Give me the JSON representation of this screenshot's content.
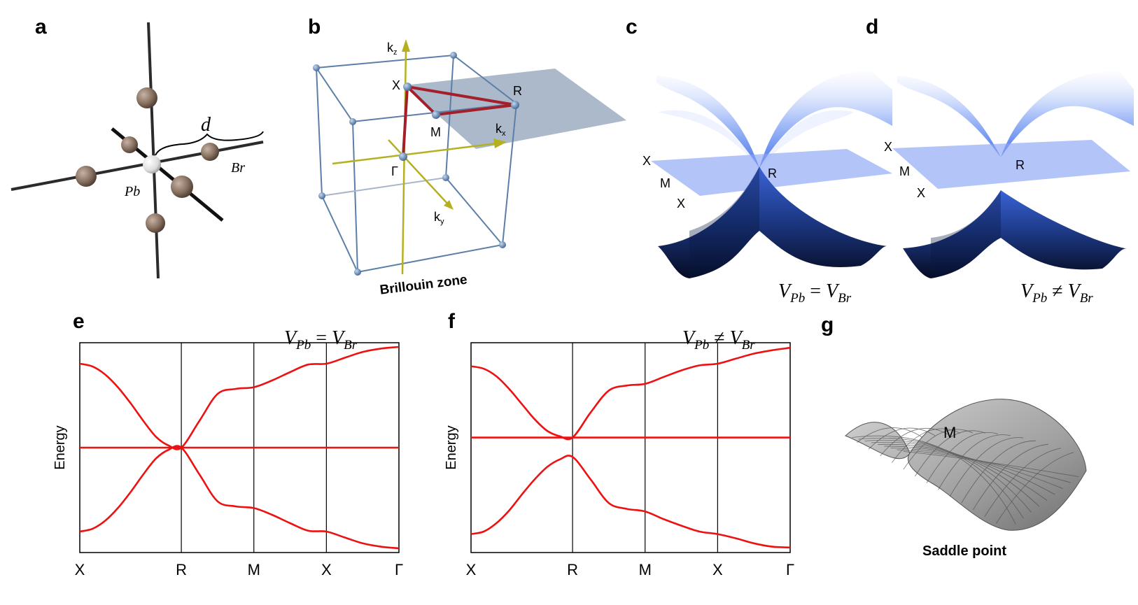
{
  "panels": {
    "a": {
      "label": "a",
      "d_label": "d",
      "pb_label": "Pb",
      "br_label": "Br"
    },
    "b": {
      "label": "b",
      "kz_label": "kz",
      "kx_label": "kx",
      "ky_label": "ky",
      "X_label": "X",
      "R_label": "R",
      "M_label": "M",
      "Gamma_label": "Γ",
      "caption": "Brillouin zone"
    },
    "c": {
      "label": "c",
      "X1": "X",
      "M": "M",
      "X2": "X",
      "R": "R",
      "condition": "V_Pb = V_Br"
    },
    "d": {
      "label": "d",
      "X1": "X",
      "M": "M",
      "X2": "X",
      "R": "R",
      "condition": "V_Pb ≠ V_Br"
    },
    "e": {
      "label": "e",
      "condition": "V_Pb = V_Br"
    },
    "f": {
      "label": "f",
      "condition": "V_Pb ≠ V_Br"
    },
    "g": {
      "label": "g",
      "M_label": "M",
      "caption": "Saddle point"
    }
  },
  "chart_data": [
    {
      "panel": "e",
      "type": "line",
      "ylabel": "Energy",
      "xlabel": "",
      "x_ticks": [
        "X",
        "R",
        "M",
        "X",
        "Γ"
      ],
      "x_tick_positions": [
        0,
        1.4,
        2.4,
        3.4,
        4.4
      ],
      "ylim": [
        -1.25,
        1.25
      ],
      "grid": false,
      "series": [
        {
          "x": [
            0,
            0.175,
            0.35,
            0.525,
            0.7,
            0.875,
            1.05,
            1.225,
            1.4,
            1.65,
            1.9,
            2.15,
            2.4,
            2.65,
            2.9,
            3.15,
            3.4,
            3.65,
            3.9,
            4.15,
            4.4
          ],
          "y": [
            1.0,
            0.967,
            0.871,
            0.72,
            0.53,
            0.32,
            0.13,
            0.025,
            0.0,
            0.32,
            0.64,
            0.7,
            0.72,
            0.8,
            0.9,
            0.99,
            1.0,
            1.07,
            1.14,
            1.18,
            1.2
          ]
        },
        {
          "x": [
            0,
            0.175,
            0.35,
            0.525,
            0.7,
            0.875,
            1.05,
            1.225,
            1.4,
            1.65,
            1.9,
            2.15,
            2.4,
            2.65,
            2.9,
            3.15,
            3.4,
            3.65,
            3.9,
            4.15,
            4.4
          ],
          "y": [
            -1.0,
            -0.967,
            -0.871,
            -0.72,
            -0.53,
            -0.32,
            -0.13,
            -0.025,
            0.0,
            -0.32,
            -0.64,
            -0.7,
            -0.72,
            -0.8,
            -0.9,
            -0.99,
            -1.0,
            -1.07,
            -1.14,
            -1.18,
            -1.2
          ]
        },
        {
          "x": [
            0,
            4.4
          ],
          "y": [
            0,
            0
          ]
        }
      ]
    },
    {
      "panel": "f",
      "type": "line",
      "ylabel": "Energy",
      "xlabel": "",
      "x_ticks": [
        "X",
        "R",
        "M",
        "X",
        "Γ"
      ],
      "x_tick_positions": [
        0,
        1.4,
        2.4,
        3.4,
        4.4
      ],
      "ylim": [
        -1.37,
        1.13
      ],
      "grid": false,
      "series": [
        {
          "x": [
            0,
            0.175,
            0.35,
            0.525,
            0.7,
            0.875,
            1.05,
            1.225,
            1.4,
            1.65,
            1.9,
            2.15,
            2.4,
            2.65,
            2.9,
            3.15,
            3.4,
            3.65,
            3.9,
            4.15,
            4.4
          ],
          "y": [
            0.85,
            0.82,
            0.73,
            0.58,
            0.4,
            0.22,
            0.08,
            0.015,
            0.0,
            0.3,
            0.56,
            0.62,
            0.64,
            0.72,
            0.8,
            0.86,
            0.88,
            0.94,
            1.0,
            1.04,
            1.07
          ]
        },
        {
          "x": [
            0,
            0.175,
            0.35,
            0.525,
            0.7,
            0.875,
            1.05,
            1.225,
            1.4,
            1.65,
            1.9,
            2.15,
            2.4,
            2.65,
            2.9,
            3.15,
            3.4,
            3.65,
            3.9,
            4.15,
            4.4
          ],
          "y": [
            -1.15,
            -1.12,
            -1.02,
            -0.87,
            -0.68,
            -0.5,
            -0.35,
            -0.26,
            -0.23,
            -0.5,
            -0.78,
            -0.85,
            -0.88,
            -0.97,
            -1.05,
            -1.12,
            -1.15,
            -1.2,
            -1.26,
            -1.3,
            -1.31
          ]
        },
        {
          "x": [
            0,
            4.4
          ],
          "y": [
            0,
            0
          ]
        }
      ]
    }
  ],
  "colors": {
    "band": "#ee1111",
    "axis": "#000000",
    "bz_edge": "#5b7fa8",
    "bz_path": "#a3202a",
    "k_axis": "#b5b020",
    "plane": "#8fa2b8",
    "atom_br": "#8a7466",
    "atom_pb": "#e4e4e4",
    "cone_top": "#7aa0f0",
    "cone_bottom": "#0d1b4a",
    "saddle": "#a6a6a6"
  }
}
